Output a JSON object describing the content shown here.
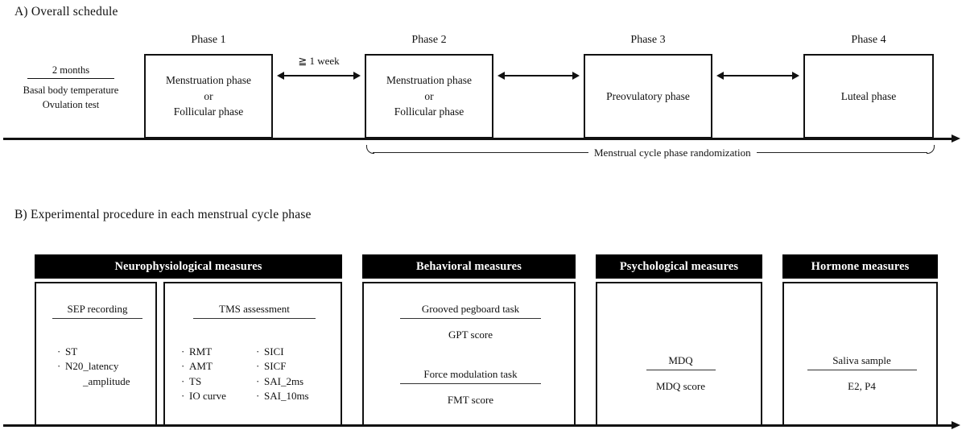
{
  "panelA": {
    "title": "A) Overall  schedule",
    "preparation": {
      "heading": "2 months",
      "lines": [
        "Basal body temperature",
        "Ovulation test"
      ]
    },
    "interval_label": "≧ 1 week",
    "phases": [
      {
        "label": "Phase 1",
        "lines": [
          "Menstruation  phase",
          "or",
          "Follicular  phase"
        ]
      },
      {
        "label": "Phase 2",
        "lines": [
          "Menstruation  phase",
          "or",
          "Follicular  phase"
        ]
      },
      {
        "label": "Phase 3",
        "lines": [
          "Preovulatory  phase"
        ]
      },
      {
        "label": "Phase 4",
        "lines": [
          "Luteal phase"
        ]
      }
    ],
    "bracket_label": "Menstrual  cycle  phase randomization"
  },
  "panelB": {
    "title": "B) Experimental  procedure in each menstrual  cycle phase",
    "columns": [
      {
        "bar": "Neurophysiological measures",
        "boxes": [
          {
            "heading": "SEP recording",
            "bullets_left": [
              "ST",
              "N20_latency"
            ],
            "continuation": "_amplitude"
          },
          {
            "heading": "TMS  assessment",
            "bullets_left": [
              "RMT",
              "AMT",
              "TS",
              "IO curve"
            ],
            "bullets_right": [
              "SICI",
              "SICF",
              "SAI_2ms",
              "SAI_10ms"
            ]
          }
        ]
      },
      {
        "bar": "Behavioral measures",
        "boxes": [
          {
            "entries": [
              {
                "heading": "Grooved pegboard task",
                "value": "GPT score"
              },
              {
                "heading": "Force modulation  task",
                "value": "FMT score"
              }
            ]
          }
        ]
      },
      {
        "bar": "Psychological measures",
        "boxes": [
          {
            "entries": [
              {
                "heading": "MDQ",
                "value": "MDQ score"
              }
            ]
          }
        ]
      },
      {
        "bar": "Hormone measures",
        "boxes": [
          {
            "entries": [
              {
                "heading": "Saliva  sample",
                "value": "E2, P4"
              }
            ]
          }
        ]
      }
    ]
  },
  "colors": {
    "ink": "#111111",
    "bar_bg": "#000000",
    "bar_fg": "#ffffff"
  }
}
